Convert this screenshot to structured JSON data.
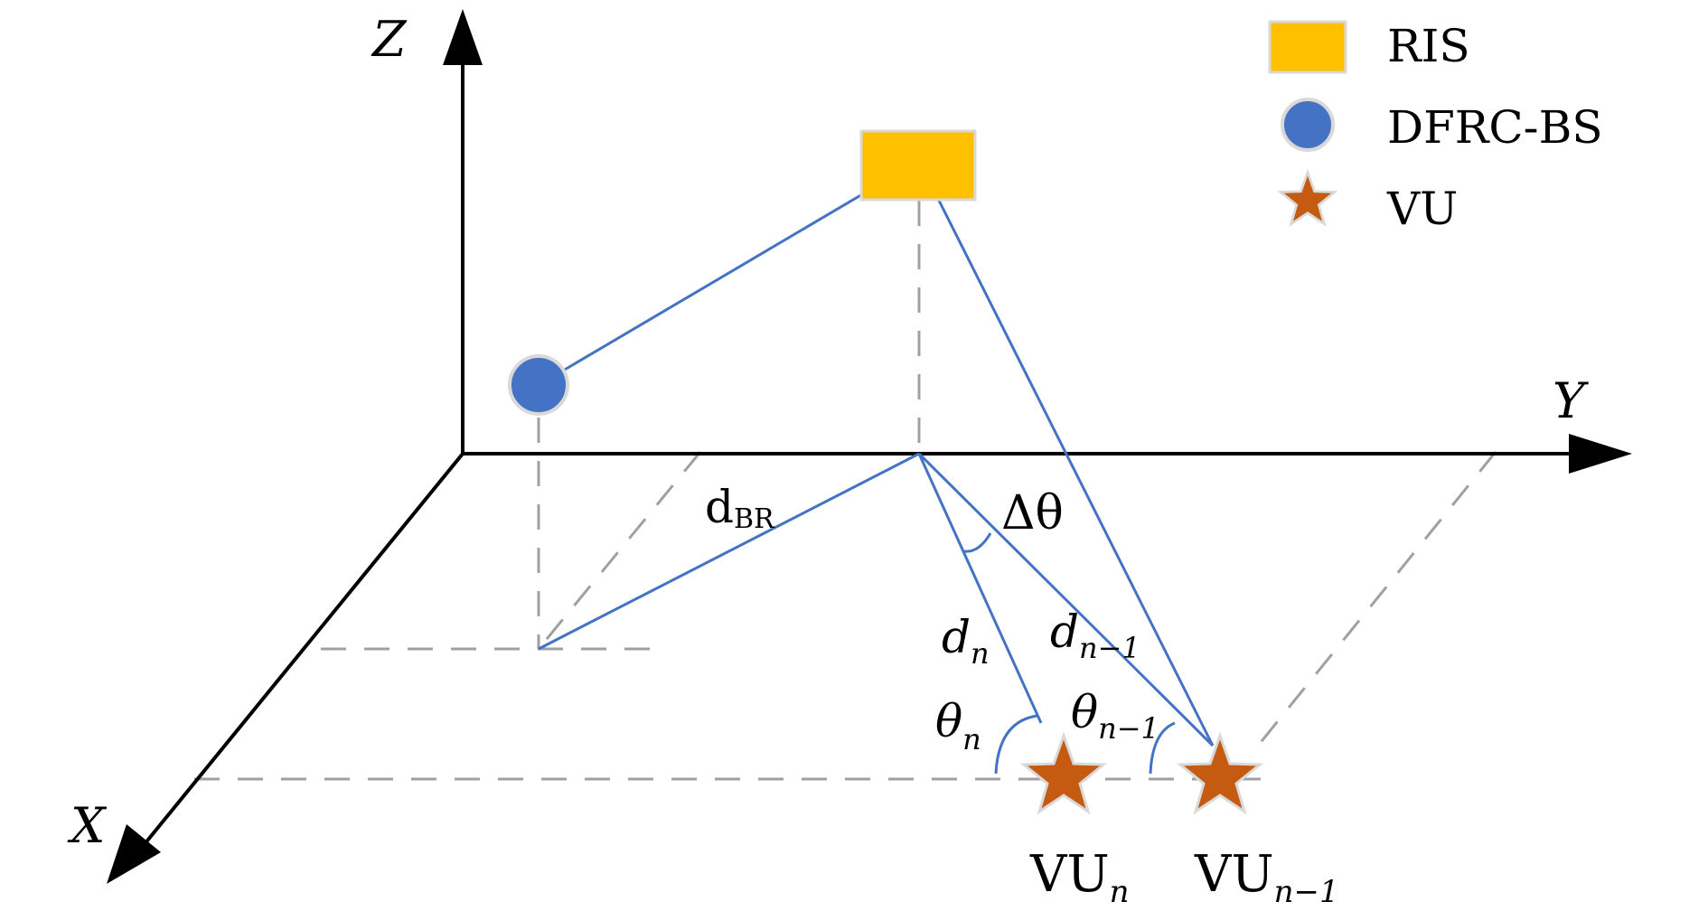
{
  "axes": {
    "z": "Z",
    "y": "Y",
    "x": "X"
  },
  "legend": {
    "ris": {
      "label": "RIS",
      "color": "#ffc000",
      "icon": "square-icon"
    },
    "bs": {
      "label": "DFRC-BS",
      "color": "#4472c4",
      "icon": "circle-icon"
    },
    "vu": {
      "label": "VU",
      "color": "#c55a11",
      "icon": "star-icon"
    }
  },
  "distances": {
    "d_br": {
      "base": "d",
      "sub": "BR"
    },
    "d_n": {
      "base": "d",
      "sub": "n"
    },
    "d_n1": {
      "base": "d",
      "sub": "n−1"
    }
  },
  "angles": {
    "delta_theta": "Δθ",
    "theta_n": {
      "base": "θ",
      "sub": "n"
    },
    "theta_n1": {
      "base": "θ",
      "sub": "n−1"
    }
  },
  "users": {
    "vu_n": {
      "base": "VU",
      "sub": "n"
    },
    "vu_n1": {
      "base": "VU",
      "sub": "n−1"
    }
  },
  "colors": {
    "link": "#4472c4",
    "axis": "#000000",
    "projection": "#a0a0a0",
    "marker_outline": "#d9d9d9"
  }
}
